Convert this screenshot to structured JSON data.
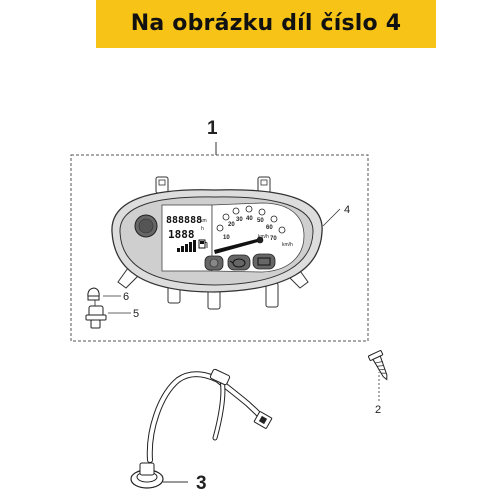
{
  "header": {
    "title": "Na obrázku díl číslo 4",
    "background_color": "#f7c316"
  },
  "callouts": {
    "c1": "1",
    "c2": "2",
    "c3": "3",
    "c4": "4",
    "c5": "5",
    "c6": "6"
  },
  "instrument": {
    "odometer": "888888",
    "trip": "1888",
    "speed_unit_top": "km/h",
    "speed_unit_bottom": "km/h",
    "speed_scale": [
      "10",
      "20",
      "30",
      "40",
      "50",
      "60",
      "70"
    ],
    "unit_left_top": "km",
    "unit_left_bottom": "h"
  },
  "icons": [
    "fuel-pump-icon",
    "headlight-icon",
    "oil-can-icon",
    "engine-warning-icon",
    "indicator-bulb-icon"
  ]
}
